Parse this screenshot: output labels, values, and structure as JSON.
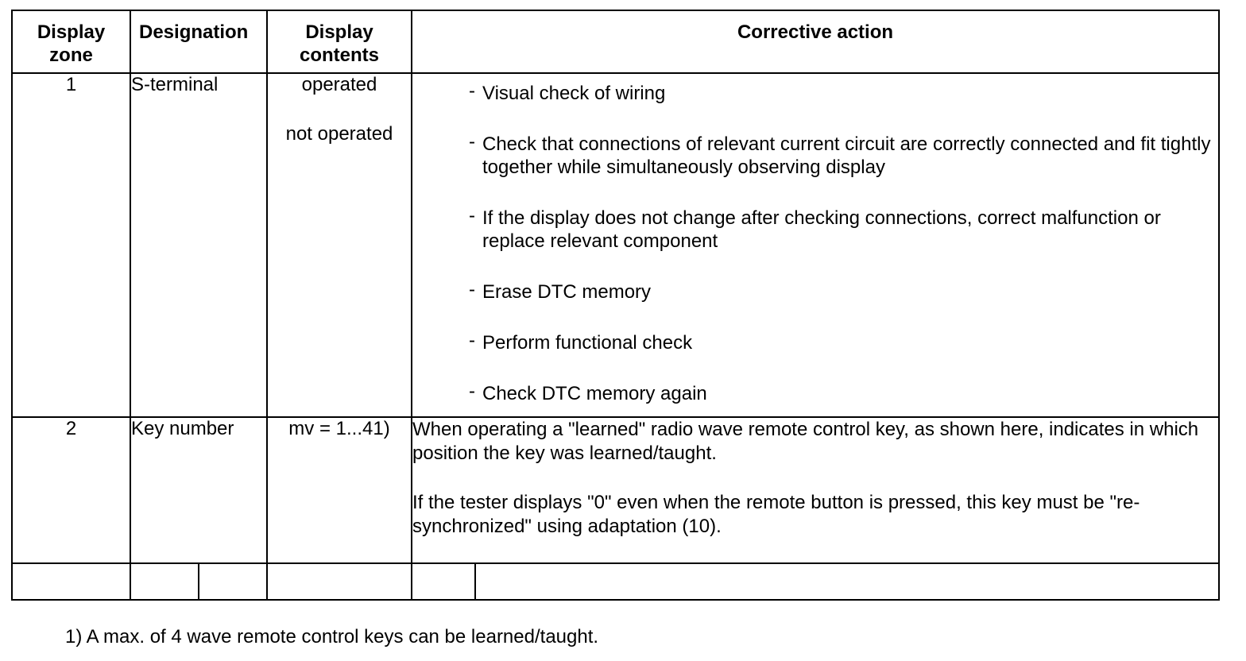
{
  "table": {
    "headers": [
      "Display\nzone",
      "Designation",
      "Display\ncontents",
      "Corrective action"
    ],
    "header_lines": {
      "zone": [
        "Display",
        "zone"
      ],
      "designation": "Designation",
      "contents": [
        "Display",
        "contents"
      ],
      "action": "Corrective action"
    },
    "rows": [
      {
        "zone": "1",
        "designation": "S-terminal",
        "contents": [
          "operated",
          "not operated"
        ],
        "actions": [
          "Visual check of wiring",
          "Check that connections of relevant current circuit are correctly connected and fit tightly together while simultaneously observing display",
          "If the display does not change after checking connections, correct malfunction or replace relevant component",
          "Erase DTC memory",
          "Perform functional check",
          "Check DTC memory again"
        ]
      },
      {
        "zone": "2",
        "designation": "Key number",
        "contents": "mv = 1...4",
        "contents_footnote_ref": "1)",
        "paragraphs": [
          "When operating a \"learned\" radio wave remote control key, as shown here, indicates in which position the key was learned/taught.",
          "If the tester displays \"0\" even when the remote button is pressed, this key must be \"re-synchronized\" using adaptation (10)."
        ]
      }
    ]
  },
  "footnote": "1) A max. of 4 wave remote control keys can be learned/taught."
}
